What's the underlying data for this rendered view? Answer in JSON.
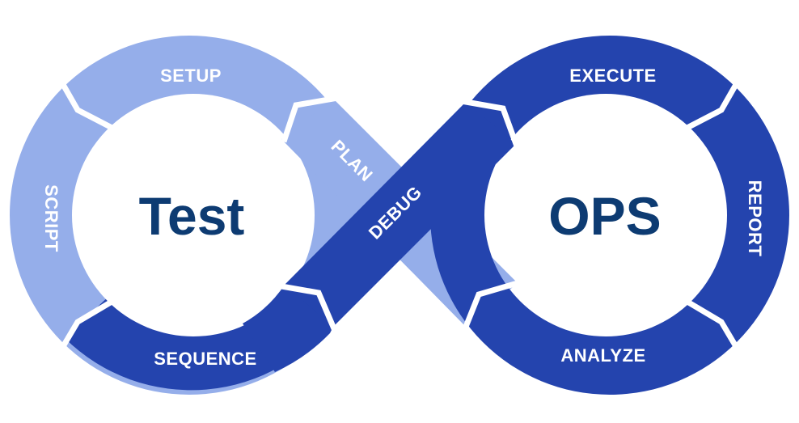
{
  "colors": {
    "dark": "#2444ae",
    "light": "#95aeea",
    "center_text": "#0d3b72",
    "label": "#ffffff",
    "gap": "#ffffff"
  },
  "center": {
    "left": "Test",
    "right": "OPS"
  },
  "segments": {
    "setup": "SETUP",
    "plan": "PLAN",
    "script": "SCRIPT",
    "sequence": "SEQUENCE",
    "debug": "DEBUG",
    "execute": "EXECUTE",
    "report": "REPORT",
    "analyze": "ANALYZE"
  }
}
